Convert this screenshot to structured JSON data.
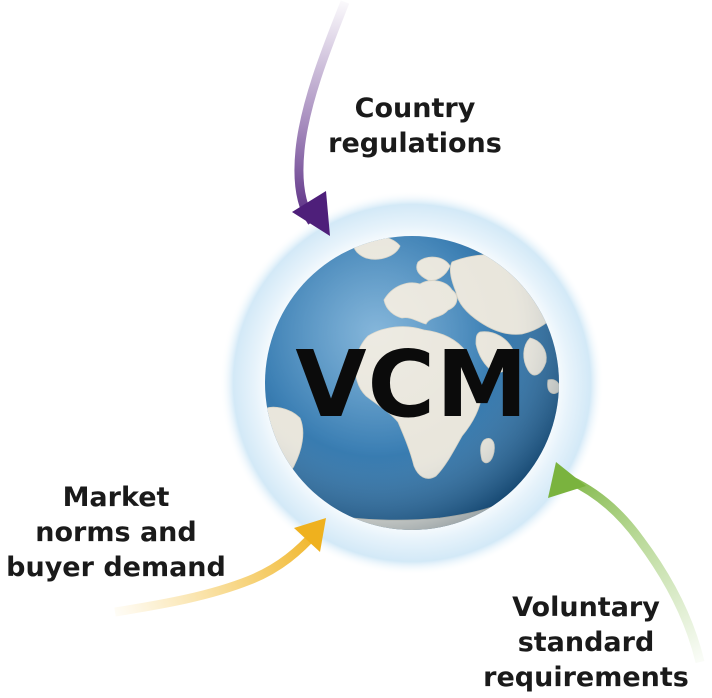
{
  "center": {
    "label": "VCM"
  },
  "influences": {
    "country": [
      "Country",
      "regulations"
    ],
    "market": [
      "Market",
      "norms and",
      "buyer demand"
    ],
    "voluntary": [
      "Voluntary",
      "standard",
      "requirements"
    ]
  },
  "colors": {
    "ocean": "#3b7fb4",
    "land": "#e9e6dc",
    "halo": "#d7ecf8",
    "country_arrow": "#5b2b86",
    "market_arrow": "#f0b62a",
    "voluntary_arrow": "#86bb4a"
  }
}
